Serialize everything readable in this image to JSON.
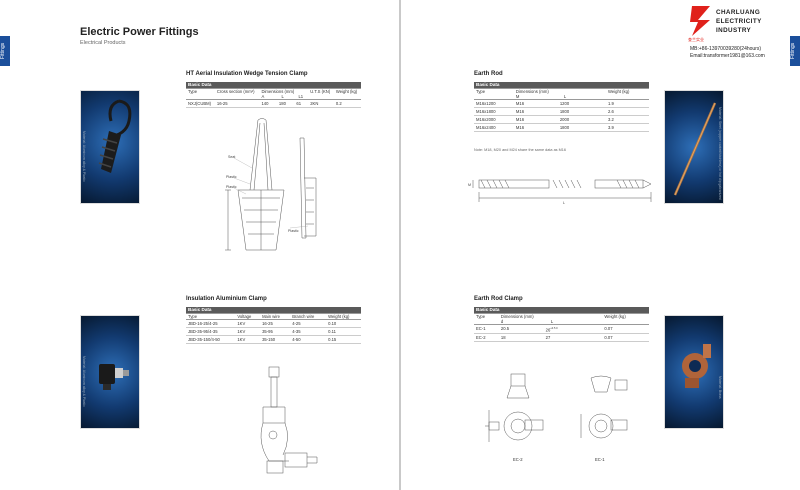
{
  "left": {
    "side_tab": "Fittings",
    "title": "Electric Power Fittings",
    "subtitle": "Electrical Products",
    "clamp1": {
      "title": "HT Aerial Insulation Wedge Tension Clamp",
      "basic_data": "Basic Data",
      "headers": {
        "type": "Type",
        "cross_section": "Cross section (mm²)",
        "dimensions": "Dimensions (mm)",
        "a": "A",
        "l": "L",
        "l1": "L1",
        "uts": "U.T.S (KN)",
        "weight": "Weight (kg)"
      },
      "rows": [
        {
          "type": "NXJ(CUBM)",
          "cross": "16-25",
          "a": "140",
          "l": "180",
          "l1": "61",
          "uts": "2KN",
          "weight": "0.2"
        }
      ],
      "photo_label": "Material: Aluminum alloy & Plastic",
      "drawing_labels": {
        "seat": "Seat",
        "plastic1": "Plastic",
        "plastic2": "Plastic",
        "plastic3": "Plastic"
      }
    },
    "clamp2": {
      "title": "Insulation Aluminium Clamp",
      "basic_data": "Basic Data",
      "headers": {
        "type": "Type",
        "voltage": "Voltage",
        "main": "Main wire",
        "branch": "Branch wire",
        "weight": "Weight (kg)"
      },
      "rows": [
        {
          "type": "JBD-16-25/4-25",
          "voltage": "1KV",
          "main": "16-25",
          "branch": "4-25",
          "weight": "0.10"
        },
        {
          "type": "JBD-35-95/4-35",
          "voltage": "1KV",
          "main": "35-95",
          "branch": "4-35",
          "weight": "0.11"
        },
        {
          "type": "JBD-35-150/4-50",
          "voltage": "1KV",
          "main": "35-150",
          "branch": "4-50",
          "weight": "0.15"
        }
      ],
      "photo_label": "Material: Aluminum alloy & Plastic"
    }
  },
  "right": {
    "side_tab": "Fittings",
    "company": {
      "line1": "CHARLUANG",
      "line2": "ELECTRICITY",
      "line3": "INDUSTRY",
      "cn": "查兰实业"
    },
    "contact": {
      "mb": "MB:+86-13970039280(24hours)",
      "email": "Email:transformer1981@163.com"
    },
    "rod": {
      "title": "Earth Rod",
      "basic_data": "Basic Data",
      "headers": {
        "type": "Type",
        "dimensions": "Dimensions (mm)",
        "m": "M",
        "l": "L",
        "weight": "Weight (kg)"
      },
      "rows": [
        {
          "type": "M16x1200",
          "m": "M16",
          "l": "1200",
          "weight": "1.9"
        },
        {
          "type": "M16x1800",
          "m": "M16",
          "l": "1800",
          "weight": "2.6"
        },
        {
          "type": "M16x2000",
          "m": "M16",
          "l": "2000",
          "weight": "3.2"
        },
        {
          "type": "M16x2400",
          "m": "M16",
          "l": "1800",
          "weight": "3.9"
        }
      ],
      "note": "Note: M18, M20 and M24 share the same data as M16",
      "photo_label": "Material: Steel (copper coated/stainless) or hot dip galvanized",
      "dim_labels": {
        "m": "M",
        "l": "L"
      }
    },
    "rod_clamp": {
      "title": "Earth Rod Clamp",
      "basic_data": "Basic Data",
      "headers": {
        "type": "Type",
        "dimensions": "Dimensions (mm)",
        "d": "d",
        "l": "L",
        "weight": "Weight (kg)"
      },
      "rows": [
        {
          "type": "EC-1",
          "d": "20.5",
          "l": "26",
          "l_tol": "+0.5 0",
          "weight": "0.07"
        },
        {
          "type": "EC-2",
          "d": "18",
          "l": "27",
          "l_tol": "",
          "weight": "0.07"
        }
      ],
      "photo_label": "Material: Brass",
      "captions": {
        "ec2": "EC-2",
        "ec1": "EC-1"
      }
    }
  },
  "colors": {
    "blue": "#1b4f9b",
    "red": "#e0211b",
    "table_header": "#5a5a5a"
  }
}
